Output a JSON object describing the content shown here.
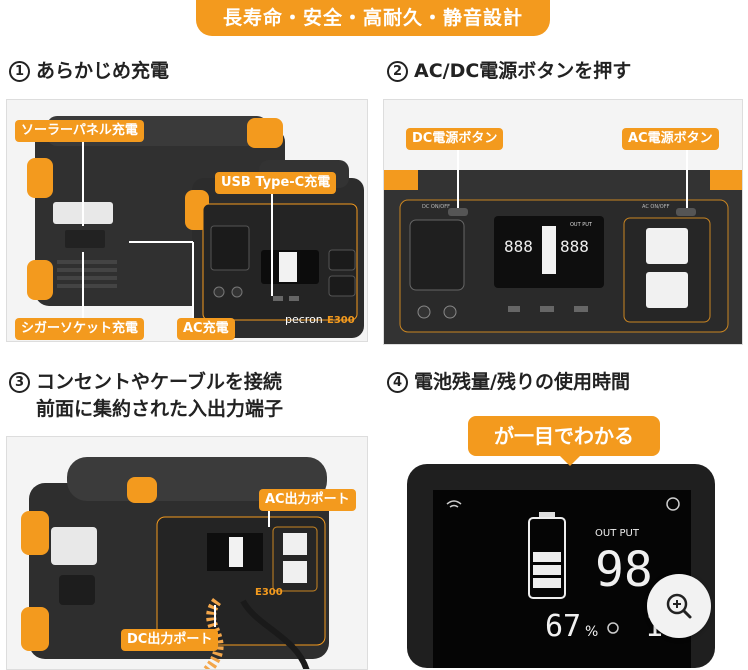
{
  "banner": "長寿命・安全・高耐久・静音設計",
  "steps": [
    {
      "num": "1",
      "title": "あらかじめ充電"
    },
    {
      "num": "2",
      "title": "AC/DC電源ボタンを押す"
    },
    {
      "num": "3",
      "title_line1": "コンセントやケーブルを接続",
      "title_line2": "前面に集約された入出力端子"
    },
    {
      "num": "4",
      "title": "電池残量/残りの使用時間"
    }
  ],
  "panel1": {
    "callouts": [
      "ソーラーパネル充電",
      "USB Type-C充電",
      "シガーソケット充電",
      "AC充電"
    ],
    "brand": "pecron",
    "model": "E300"
  },
  "panel2": {
    "callouts": [
      "DC電源ボタン",
      "AC電源ボタン"
    ],
    "labels": {
      "dc_onoff": "DC ON/OFF",
      "ac_onoff": "AC ON/OFF",
      "out_put": "OUT PUT"
    }
  },
  "panel3": {
    "callouts": [
      "AC出力ポート",
      "DC出力ポート"
    ],
    "model": "E300"
  },
  "panel4": {
    "callout": "が一目でわかる",
    "out_put_label": "OUT PUT",
    "output_value": "98",
    "battery_percent": "67",
    "percent_symbol": "%",
    "time_value": "1"
  },
  "colors": {
    "accent": "#f39a1e",
    "dark": "#2e2e2e",
    "screen": "#111111"
  }
}
